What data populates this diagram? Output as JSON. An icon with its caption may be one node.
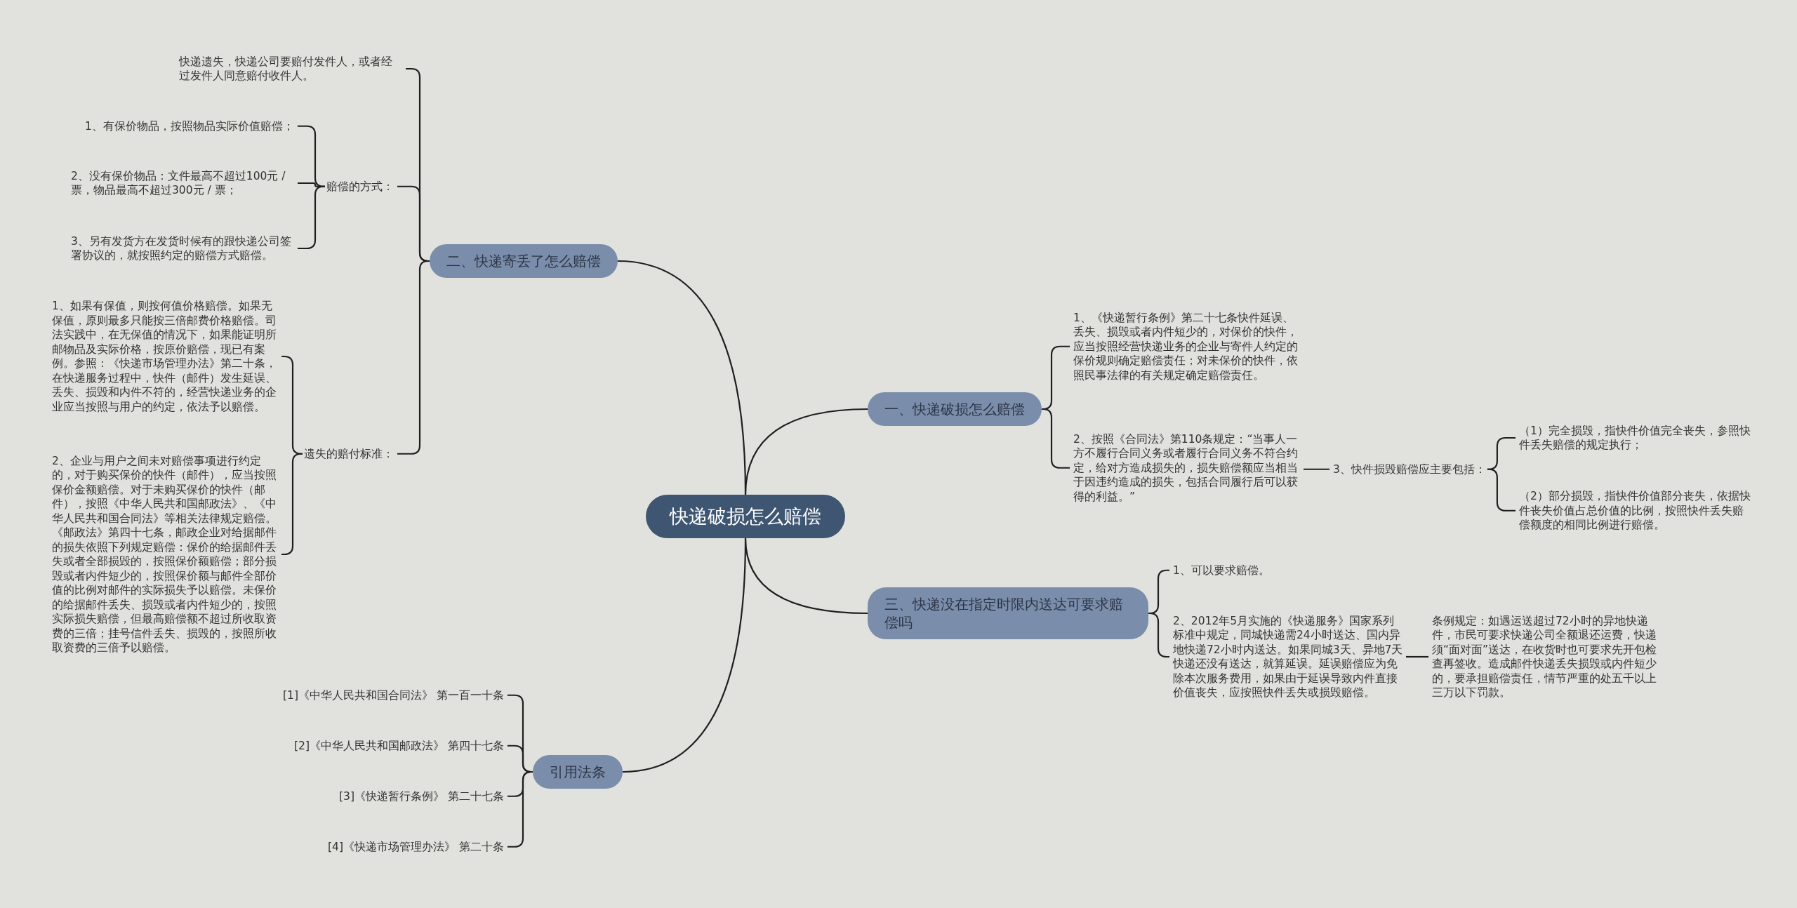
{
  "diagram": {
    "nodes": [
      {
        "text": [
          "快递破损怎么赔偿"
        ]
      },
      {
        "text": [
          "二、快递寄丢了怎么赔偿"
        ]
      },
      {
        "text": [
          "快递遗失，快递公司要赔付发件人，或者经过发件人同意赔付收件人。"
        ]
      },
      {
        "text": [
          "赔偿的方式："
        ]
      },
      {
        "text": [
          "1、有保价物品，按照物品实际价值赔偿；"
        ]
      },
      {
        "text": [
          "2、没有保价物品：文件最高不超过100元 / 票，物品最高不超过300元 / 票；"
        ]
      },
      {
        "text": [
          "3、另有发货方在发货时候有的跟快递公司签署协议的，就按照约定的赔偿方式赔偿。"
        ]
      },
      {
        "text": [
          "遗失的赔付标准："
        ]
      },
      {
        "text": [
          "1、如果有保值，则按何值价格赔偿。如果无保值，原则最多只能按三倍邮费价格赔偿。司法实践中，在无保值的情况下，如果能证明所邮物品及实际价格，按原价赔偿，现已有案例。参照：《快递市场管理办法》第二十条，在快递服务过程中，快件（邮件）发生延误、丢失、损毁和内件不符的，经营快递业务的企业应当按照与用户的约定，依法予以赔偿。"
        ]
      },
      {
        "text": [
          "2、企业与用户之间未对赔偿事项进行约定的，对于购买保价的快件（邮件），应当按照保价金额赔偿。对于未购买保价的快件（邮件），按照《中华人民共和国邮政法》、《中华人民共和国合同法》等相关法律规定赔偿。《邮政法》第四十七条，邮政企业对给据邮件的损失依照下列规定赔偿：保价的给据邮件丢失或者全部损毁的，按照保价额赔偿；部分损毁或者内件短少的，按照保价额与邮件全部价值的比例对邮件的实际损失予以赔偿。未保价的给据邮件丢失、损毁或者内件短少的，按照实际损失赔偿，但最高赔偿额不超过所收取资费的三倍；挂号信件丢失、损毁的，按照所收取资费的三倍予以赔偿。"
        ]
      },
      {
        "text": [
          "一、快递破损怎么赔偿"
        ]
      },
      {
        "text": [
          "1、《快递暂行条例》第二十七条快件延误、丢失、损毁或者内件短少的，对保价的快件，应当按照经营快递业务的企业与寄件人约定的保价规则确定赔偿责任；对未保价的快件，依照民事法律的有关规定确定赔偿责任。"
        ]
      },
      {
        "text": [
          "2、按照《合同法》第110条规定：“当事人一方不履行合同义务或者履行合同义务不符合约定，给对方造成损失的，损失赔偿额应当相当于因违约造成的损失，包括合同履行后可以获得的利益。”"
        ]
      },
      {
        "text": [
          "3、快件损毁赔偿应主要包括："
        ]
      },
      {
        "text": [
          "（1）完全损毁，指快件价值完全丧失，参照快件丢失赔偿的规定执行；"
        ]
      },
      {
        "text": [
          "（2）部分损毁，指快件价值部分丧失，依据快件丧失价值占总价值的比例，按照快件丢失赔偿额度的相同比例进行赔偿。"
        ]
      },
      {
        "text": [
          "三、快递没在指定时限内送达可要求赔偿吗"
        ]
      },
      {
        "text": [
          "1、可以要求赔偿。"
        ]
      },
      {
        "text": [
          "2、2012年5月实施的《快递服务》国家系列标准中规定，同城快递需24小时送达、国内异地快递72小时内送达。如果同城3天、异地7天快递还没有送达，就算延误。延误赔偿应为免除本次服务费用，如果由于延误导致内件直接价值丧失，应按照快件丢失或损毁赔偿。"
        ]
      },
      {
        "text": [
          "条例规定：如遇运送超过72小时的异地快递件，市民可要求快递公司全额退还运费，快递须“面对面”送达，在收货时也可要求先开包检查再签收。造成邮件快递丢失损毁或内件短少的，要承担赔偿责任，情节严重的处五千以上三万以下罚款。"
        ]
      },
      {
        "text": [
          "引用法条"
        ]
      },
      {
        "text": [
          "[1]《中华人民共和国合同法》 第一百一十条"
        ]
      },
      {
        "text": [
          "[2]《中华人民共和国邮政法》 第四十七条"
        ]
      },
      {
        "text": [
          "[3]《快递暂行条例》 第二十七条"
        ]
      },
      {
        "text": [
          "[4]《快递市场管理办法》 第二十条"
        ]
      }
    ],
    "edges": [
      {
        "from": 0,
        "to": 1,
        "arrow": "none"
      },
      {
        "from": 1,
        "to": 2,
        "arrow": "none"
      },
      {
        "from": 1,
        "to": 3,
        "arrow": "none"
      },
      {
        "from": 3,
        "to": 4,
        "arrow": "none"
      },
      {
        "from": 3,
        "to": 5,
        "arrow": "none"
      },
      {
        "from": 3,
        "to": 6,
        "arrow": "none"
      },
      {
        "from": 1,
        "to": 7,
        "arrow": "none"
      },
      {
        "from": 7,
        "to": 8,
        "arrow": "none"
      },
      {
        "from": 7,
        "to": 9,
        "arrow": "none"
      },
      {
        "from": 0,
        "to": 10,
        "arrow": "none"
      },
      {
        "from": 10,
        "to": 11,
        "arrow": "none"
      },
      {
        "from": 10,
        "to": 12,
        "arrow": "none"
      },
      {
        "from": 12,
        "to": 13,
        "arrow": "none"
      },
      {
        "from": 13,
        "to": 14,
        "arrow": "none"
      },
      {
        "from": 13,
        "to": 15,
        "arrow": "none"
      },
      {
        "from": 0,
        "to": 16,
        "arrow": "none"
      },
      {
        "from": 16,
        "to": 17,
        "arrow": "none"
      },
      {
        "from": 16,
        "to": 18,
        "arrow": "none"
      },
      {
        "from": 18,
        "to": 19,
        "arrow": "none"
      },
      {
        "from": 0,
        "to": 20,
        "arrow": "none"
      },
      {
        "from": 20,
        "to": 21,
        "arrow": "none"
      },
      {
        "from": 20,
        "to": 22,
        "arrow": "none"
      },
      {
        "from": 20,
        "to": 23,
        "arrow": "none"
      },
      {
        "from": 20,
        "to": 24,
        "arrow": "none"
      }
    ]
  }
}
